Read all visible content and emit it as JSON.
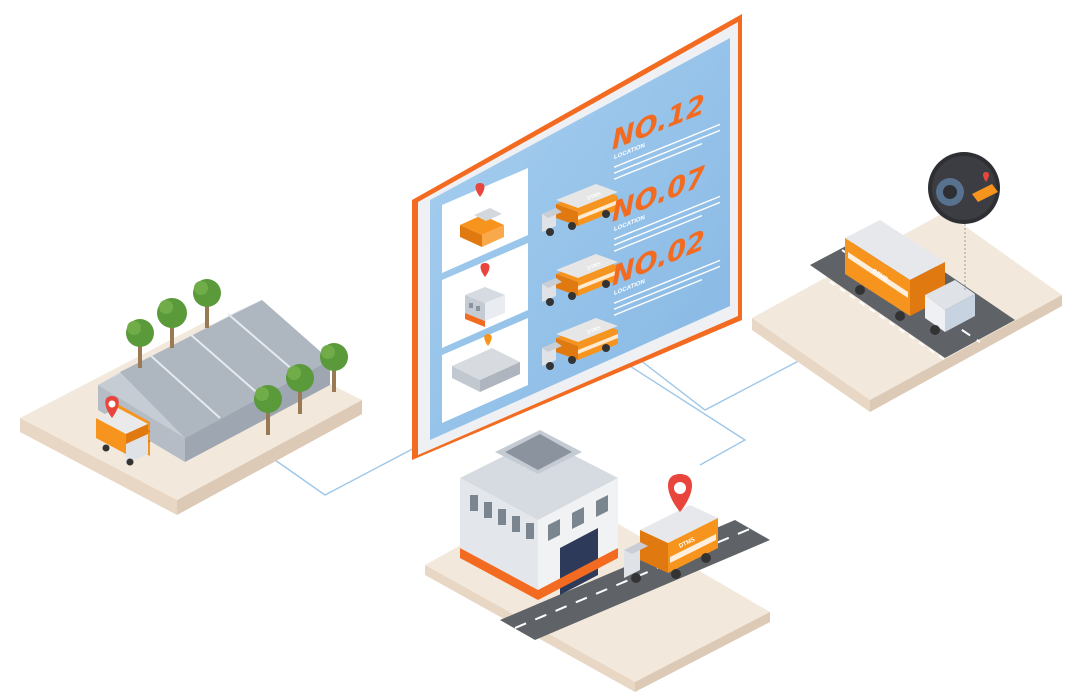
{
  "screen": {
    "entries": [
      {
        "number": "NO.12",
        "label": "LOCATION"
      },
      {
        "number": "NO.07",
        "label": "LOCATION"
      },
      {
        "number": "NO.02",
        "label": "LOCATION"
      }
    ]
  },
  "brand": {
    "logo_text": "DTMS"
  },
  "colors": {
    "accent_orange": "#f26b21",
    "truck_orange": "#f7941d",
    "screen_blue": "#8fbde6",
    "platform": "#f5ede3",
    "road": "#5f6368",
    "pin_red": "#e8463c",
    "tree_green": "#5a9a3a",
    "link_line": "#9fc7e8"
  },
  "icons": [
    "location-pin-icon",
    "truck-icon",
    "warehouse-icon",
    "office-building-icon",
    "tree-icon",
    "gps-tracker-icon"
  ]
}
